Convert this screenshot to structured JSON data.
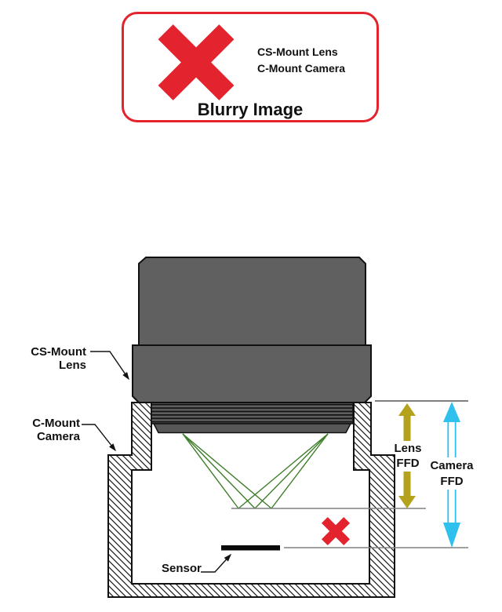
{
  "warning_box": {
    "icon": "red-x-icon",
    "line1": "CS-Mount Lens",
    "line2": "C-Mount Camera",
    "caption": "Blurry Image",
    "border_color": "#e3232e"
  },
  "diagram": {
    "lens_label": {
      "line1": "CS-Mount",
      "line2": "Lens"
    },
    "camera_label": {
      "line1": "C-Mount",
      "line2": "Camera"
    },
    "sensor_label": "Sensor",
    "lens_ffd_label": {
      "line1": "Lens",
      "line2": "FFD"
    },
    "camera_ffd_label": {
      "line1": "Camera",
      "line2": "FFD"
    },
    "colors": {
      "red_x": "#e3232e",
      "lens_body": "#606060",
      "thread_dark": "#575757",
      "ray_green": "#3e7e2a",
      "lens_ffd_arrow": "#b4a11c",
      "camera_ffd_arrow": "#2fc0ee",
      "plane_line_gray": "#808080",
      "outline_black": "#111111"
    }
  }
}
